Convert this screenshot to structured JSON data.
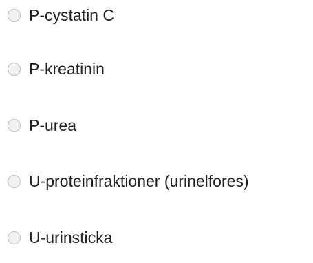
{
  "question": {
    "options": [
      {
        "label": "P-cystatin C",
        "selected": false
      },
      {
        "label": "P-kreatinin",
        "selected": false
      },
      {
        "label": "P-urea",
        "selected": false
      },
      {
        "label": "U-proteinfraktioner (urinelfores)",
        "selected": false
      },
      {
        "label": "U-urinsticka",
        "selected": false
      }
    ]
  }
}
